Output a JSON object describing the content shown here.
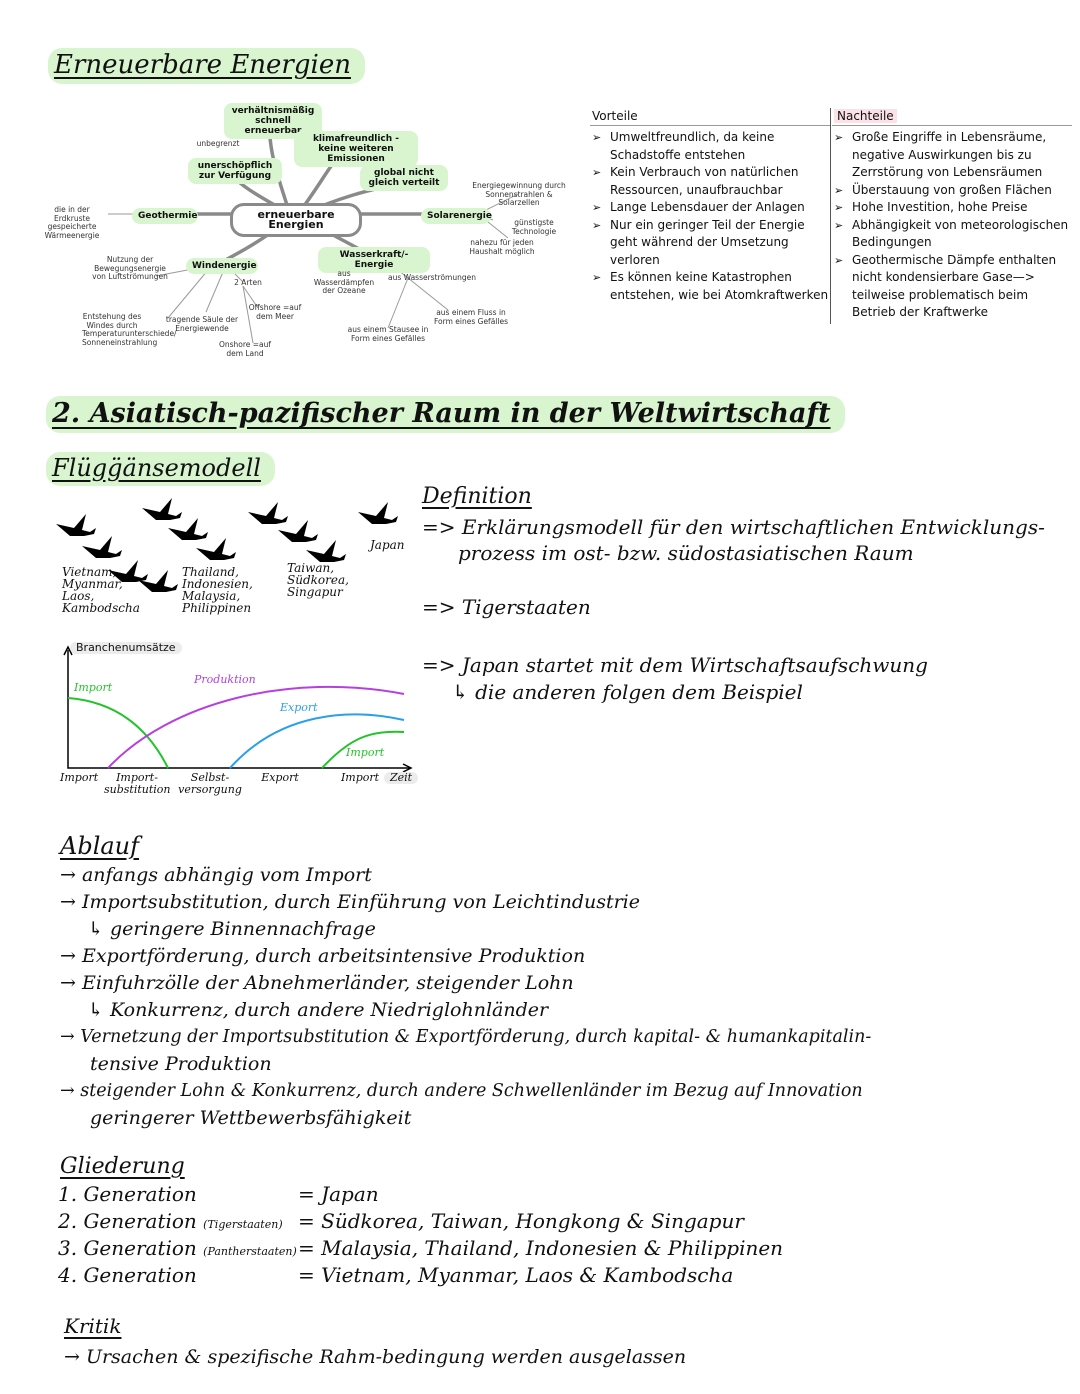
{
  "section1": {
    "title": "Erneuerbare Energien",
    "mindmap": {
      "center": "erneuerbare Energien",
      "nodes": {
        "schnell": "verhältnismäßig schnell erneuerbar",
        "unerschoepflich": "unerschöpflich zur Verfügung",
        "klima": "klimafreundlich - keine weiteren Emissionen",
        "global": "global nicht gleich verteilt",
        "geothermie": "Geothermie",
        "solar": "Solarenergie",
        "wind": "Windenergie",
        "wasser": "Wasserkraft/-Energie"
      },
      "notes": {
        "unbegrenzt": "unbegrenzt",
        "erdkruste": "die in der Erdkruste gespeicherte Wärmeenergie",
        "sonnenstrahlen": "Energiegewinnung durch Sonnenstrahlen & Solarzellen",
        "guenstigste": "günstigste Technologie",
        "haushalt": "nahezu für jeden Haushalt möglich",
        "bewegung": "Nutzung der Bewegungsenergie von Luftströmungen",
        "arten": "2 Arten",
        "offshore": "Offshore =auf dem Meer",
        "onshore": "Onshore =auf dem Land",
        "saeule": "tragende Säule der Energiewende",
        "entstehung": "Entstehung des Windes durch Temperaturunterschiede/ Sonneneinstrahlung",
        "wasserdaempfe": "aus Wasserdämpfen der Ozeane",
        "stroemungen": "aus Wasserströmungen",
        "stausee": "aus einem Stausee in Form eines Gefälles",
        "fluss": "aus einem Fluss in Form eines Gefälles"
      }
    },
    "table": {
      "vorteile_header": "Vorteile",
      "nachteile_header": "Nachteile",
      "vorteile": [
        "Umweltfreundlich, da keine Schadstoffe entstehen",
        "Kein Verbrauch von natürlichen Ressourcen, unaufbrauchbar",
        "Lange Lebensdauer der Anlagen",
        "Nur ein geringer Teil der Energie geht während der Umsetzung verloren",
        "Es können keine Katastrophen entstehen, wie bei Atomkraftwerken"
      ],
      "nachteile": [
        "Große Eingriffe in Lebensräume, negative Auswirkungen bis zu Zerrstörung von Lebensräumen",
        "Überstauung von großen Flächen",
        "Hohe Investition, hohe Preise",
        "Abhängigkeit von meteorologischen Bedingungen",
        "Geothermische Dämpfe enthalten nicht kondensierbare Gase—> teilweise problematisch beim Betrieb der Kraftwerke"
      ]
    }
  },
  "section2": {
    "title": "2. Asiatisch-pazifischer Raum in der Weltwirtschaft",
    "model_title": "Flügg̈änsemodell",
    "geese_groups": {
      "g1": "Vietnam, Myanmar, Laos, Kambodscha",
      "g2": "Thailand, Indonesien, Malaysia, Philippinen",
      "g3": "Taiwan, Südkorea, Singapur",
      "g4": "Japan"
    },
    "chart": {
      "ylabel": "Branchenumsätze",
      "xlabel": "Zeit",
      "series_labels": [
        "Import",
        "Produktion",
        "Export",
        "Import"
      ],
      "x_ticks": [
        "Import",
        "Import-substitution",
        "Selbst-versorgung",
        "Export",
        "Import"
      ]
    },
    "definition": {
      "heading": "Definition",
      "line1": "=> Erklärungsmodell für den wirtschaftlichen Entwicklungs-",
      "line2": "prozess im ost- bzw. südostasiatischen Raum",
      "line3": "=> Tigerstaaten",
      "line4": "=> Japan startet mit dem Wirtschaftsaufschwung",
      "line5": "↳ die anderen folgen dem Beispiel"
    },
    "ablauf": {
      "heading": "Ablauf",
      "lines": [
        "→ anfangs abhängig vom Import",
        "→ Importsubstitution, durch Einführung von Leichtindustrie",
        "↳ geringere Binnennachfrage",
        "→ Exportförderung, durch arbeitsintensive Produktion",
        "→ Einfuhrzölle der Abnehmerländer, steigender Lohn",
        "↳ Konkurrenz, durch andere Niedriglohnländer",
        "→ Vernetzung der Importsubstitution & Exportförderung, durch kapital- & humankapitalin-",
        "tensive Produktion",
        "→ steigender Lohn & Konkurrenz, durch andere Schwellenländer im Bezug auf Innovation",
        "geringerer Wettbewerbsfähigkeit"
      ]
    },
    "gliederung": {
      "heading": "Gliederung",
      "rows": [
        {
          "name": "1. Generation",
          "note": "",
          "value": "= Japan"
        },
        {
          "name": "2. Generation",
          "note": "(Tigerstaaten)",
          "value": "= Südkorea, Taiwan, Hongkong & Singapur"
        },
        {
          "name": "3. Generation",
          "note": "(Pantherstaaten)",
          "value": "= Malaysia, Thailand, Indonesien & Philippinen"
        },
        {
          "name": "4. Generation",
          "note": "",
          "value": "= Vietnam, Myanmar, Laos & Kambodscha"
        }
      ]
    },
    "kritik": {
      "heading": "Kritik",
      "line": "→ Ursachen & spezifische Rahm-bedingung werden ausgelassen"
    }
  },
  "colors": {
    "highlight": "#d8f5cf",
    "import_line": "#22c42a",
    "produktion_line": "#b540e0",
    "export_line": "#2aa0e8",
    "table_header_pink": "#fde1e8"
  }
}
